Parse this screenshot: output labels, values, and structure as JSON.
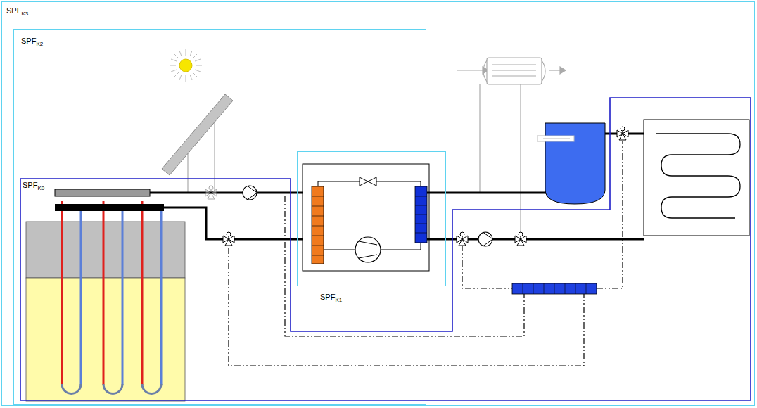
{
  "diagram": {
    "nodes": [
      {
        "text": [
          "SPF",
          "K3"
        ]
      },
      {
        "text": [
          "SPF",
          "K2"
        ],
        "in": 0
      },
      {
        "text": [
          "SPF",
          "K1"
        ],
        "in": 1
      },
      {
        "text": [
          "SPF",
          "K0"
        ],
        "in": 0
      }
    ]
  }
}
